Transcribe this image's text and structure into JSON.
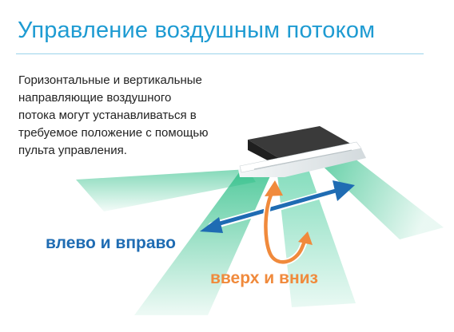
{
  "title": "Управление воздушным потоком",
  "description": "Горизонтальные и вертикальные направляющие воздушного потока могут устанавливаться в требуемое положение с помощью пульта управления.",
  "labels": {
    "left_right": "влево и вправо",
    "up_down": "вверх и вниз"
  },
  "colors": {
    "title": "#1e9bd2",
    "airflow": "#2fbf88",
    "arrow_blue": "#1f6cb3",
    "arrow_orange": "#f08a3c",
    "unit_body": "#2a2a2a",
    "unit_panel": "#e9eef0"
  },
  "icons": [
    "air-conditioner-cassette-icon",
    "airflow-icon",
    "left-right-arrow-icon",
    "up-down-arrow-icon"
  ]
}
